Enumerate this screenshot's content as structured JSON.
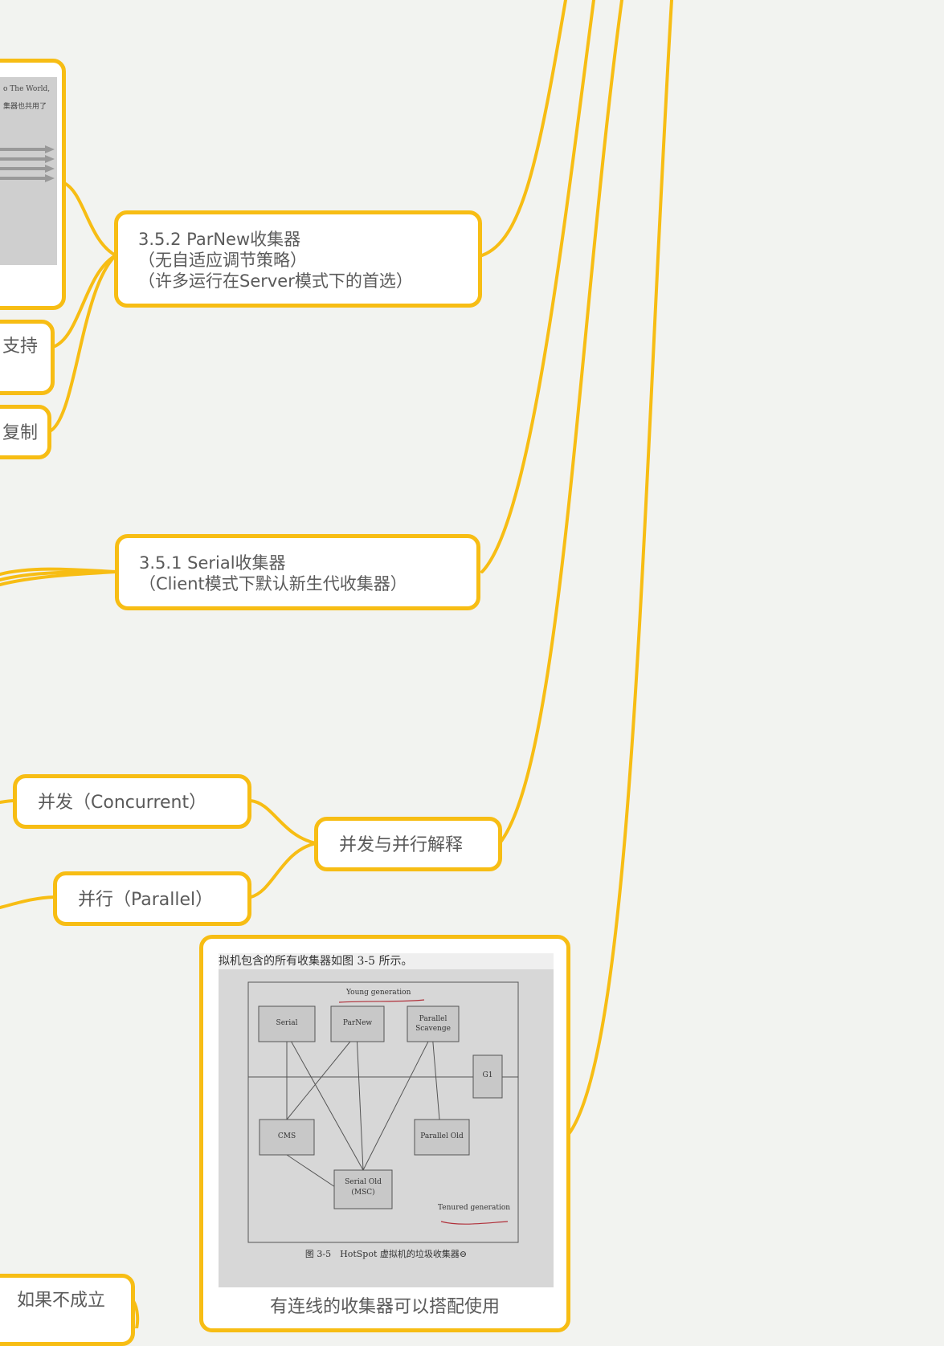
{
  "colors": {
    "background": "#f2f3f0",
    "accent": "#f7bd14",
    "text": "#5a5a5a"
  },
  "nodes": {
    "parnew": {
      "title": "3.5.2 ParNew收集器",
      "line2": "（无自适应调节策略）",
      "line3": "（许多运行在Server模式下的首选）"
    },
    "serial": {
      "title": "3.5.1 Serial收集器",
      "line2": "（Client模式下默认新生代收集器）"
    },
    "concurrency": {
      "title": "并发与并行解释"
    },
    "concurrent": {
      "label": "并发（Concurrent）"
    },
    "parallel": {
      "label": "并行（Parallel）"
    },
    "left_partial_1": {
      "label": "支持"
    },
    "left_partial_2": {
      "label": "复制"
    },
    "if_not": {
      "label": "如果不成立"
    },
    "collectors_image": {
      "caption": "有连线的收集器可以搭配使用"
    }
  },
  "top_image": {
    "text_1": "o The World,",
    "text_2": "集器也共用了"
  },
  "hotspot_figure": {
    "header": "拟机包含的所有收集器如图 3-5 所示。",
    "young_label": "Young generation",
    "tenured_label": "Tenured generation",
    "boxes": {
      "serial": "Serial",
      "parnew": "ParNew",
      "ps_1": "Parallel",
      "ps_2": "Scavenge",
      "g1": "G1",
      "cms": "CMS",
      "parallel_old": "Parallel Old",
      "serial_old_1": "Serial Old",
      "serial_old_2": "(MSC)"
    },
    "fig_caption": "图 3-5　HotSpot 虚拟机的垃圾收集器⊖"
  }
}
